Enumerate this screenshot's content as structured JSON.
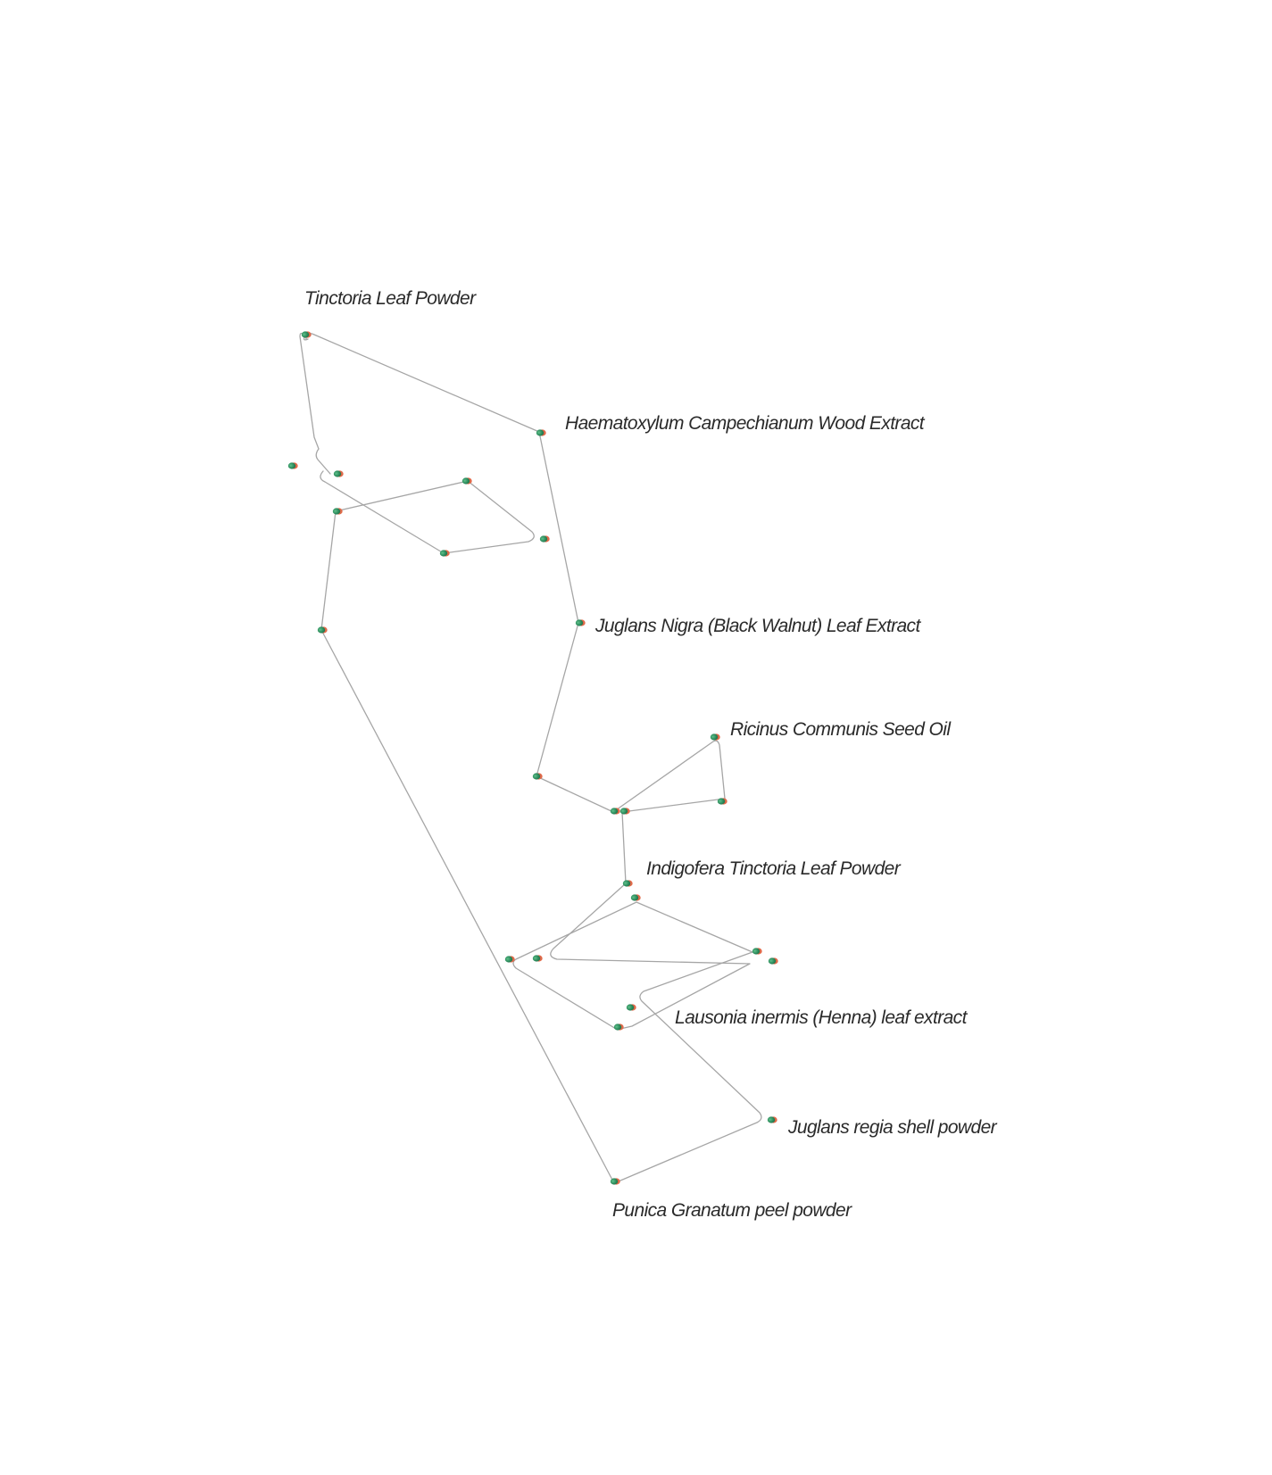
{
  "diagram": {
    "colors": {
      "background": "#ffffff",
      "line": "#a6a6a6",
      "dot_green": "#2f8f5f",
      "dot_red": "#e06a4a",
      "label": "#2a2a2a"
    },
    "labels": [
      {
        "id": "tinctoria",
        "text": "Tinctoria Leaf Powder"
      },
      {
        "id": "haematoxylum",
        "text": "Haematoxylum Campechianum Wood Extract"
      },
      {
        "id": "juglans-nigra",
        "text": "Juglans Nigra (Black Walnut) Leaf Extract"
      },
      {
        "id": "ricinus",
        "text": "Ricinus Communis Seed Oil"
      },
      {
        "id": "indigofera",
        "text": "Indigofera Tinctoria Leaf Powder"
      },
      {
        "id": "lawsonia",
        "text": "Lausonia inermis (Henna) leaf extract"
      },
      {
        "id": "juglans-regia",
        "text": "Juglans regia shell powder"
      },
      {
        "id": "punica",
        "text": "Punica Granatum peel powder"
      }
    ]
  }
}
